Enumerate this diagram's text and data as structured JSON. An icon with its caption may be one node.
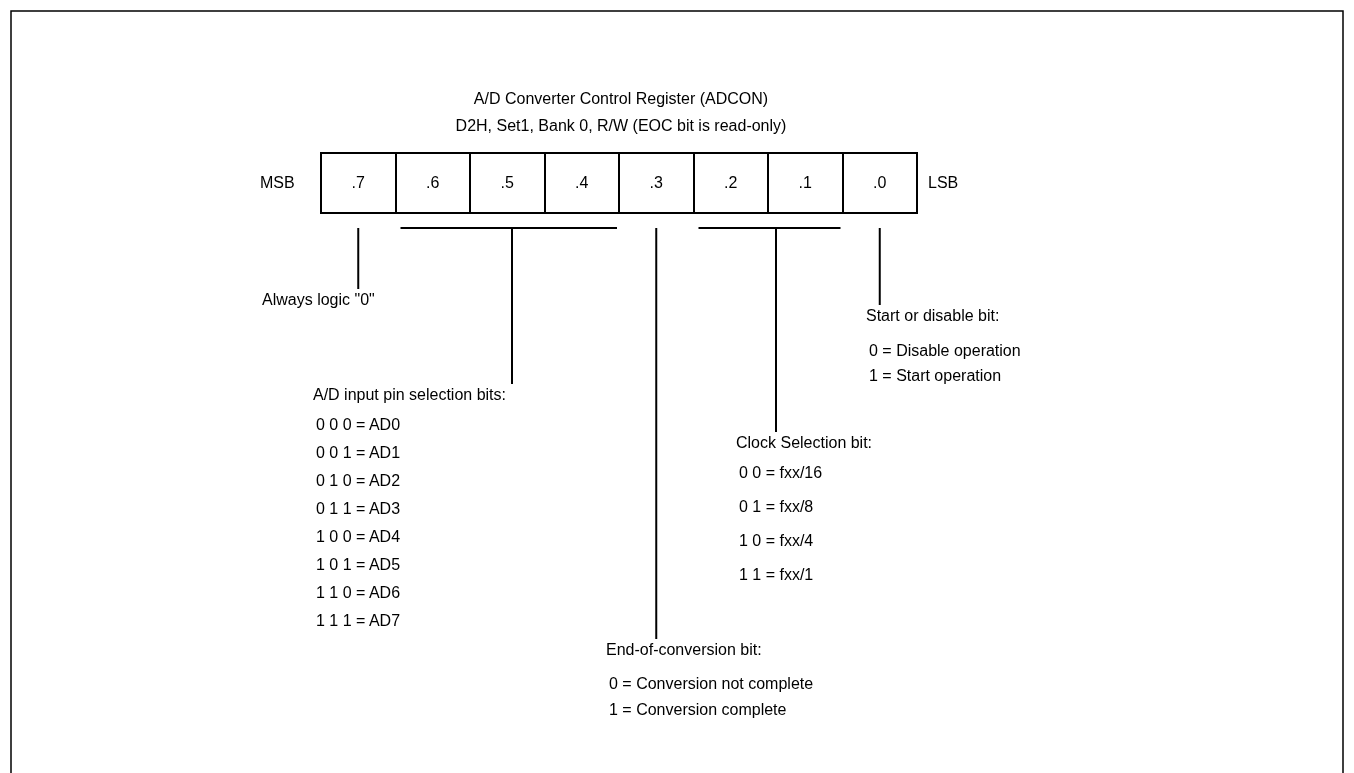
{
  "diagram": {
    "title": "A/D Converter Control Register (ADCON)",
    "nodes": [
      {
        "text": [
          ".7"
        ]
      },
      {
        "text": [
          ".6"
        ]
      },
      {
        "text": [
          ".5"
        ]
      },
      {
        "text": [
          ".4"
        ]
      },
      {
        "text": [
          ".3"
        ]
      },
      {
        "text": [
          ".2"
        ]
      },
      {
        "text": [
          ".1"
        ]
      },
      {
        "text": [
          ".0"
        ]
      },
      {
        "text": [
          "Always logic \"0\""
        ]
      },
      {
        "text": [
          "A/D input pin selection bits:",
          "0 0 0 = AD0",
          "0 0 1 = AD1",
          "0 1 0 = AD2",
          "0 1 1 = AD3",
          "1 0 0 = AD4",
          "1 0 1 = AD5",
          "1 1 0 = AD6",
          "1 1 1 = AD7"
        ]
      },
      {
        "text": [
          "End-of-conversion bit:",
          "0 = Conversion not complete",
          "1 = Conversion complete"
        ]
      },
      {
        "text": [
          "Clock Selection bit:",
          "0 0 = fxx/16",
          "0 1 = fxx/8",
          "1 0 = fxx/4",
          "1 1 = fxx/1"
        ]
      },
      {
        "text": [
          "Start or disable bit:",
          "0 = Disable operation",
          "1 = Start operation"
        ]
      }
    ],
    "edges": [
      {
        "from": 8,
        "to": 0,
        "arrow": "none"
      },
      {
        "from": 9,
        "to": 1,
        "arrow": "none"
      },
      {
        "from": 9,
        "to": 2,
        "arrow": "none"
      },
      {
        "from": 9,
        "to": 3,
        "arrow": "none"
      },
      {
        "from": 10,
        "to": 4,
        "arrow": "none"
      },
      {
        "from": 11,
        "to": 5,
        "arrow": "none"
      },
      {
        "from": 11,
        "to": 6,
        "arrow": "none"
      },
      {
        "from": 12,
        "to": 7,
        "arrow": "none"
      }
    ],
    "labels": [
      "D2H, Set1, Bank 0, R/W (EOC bit is read-only)",
      "MSB",
      "LSB"
    ]
  }
}
